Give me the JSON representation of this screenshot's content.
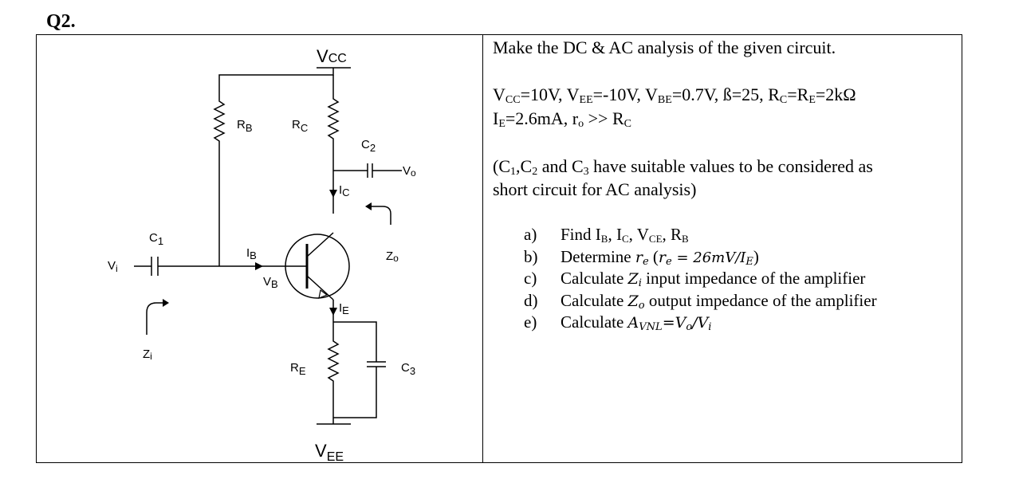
{
  "question": {
    "label": "Q2."
  },
  "text": {
    "line1": "Make the DC & AC analysis of the given circuit.",
    "params1": {
      "vcc_sym": "V",
      "vcc_sub": "CC",
      "vcc_val": "=10V, ",
      "vee_sym": "V",
      "vee_sub": "EE",
      "vee_val": "=-10V, ",
      "vbe_sym": "V",
      "vbe_sub": "BE",
      "vbe_val": "=0.7V, ß=25, ",
      "rc_sym": "R",
      "rc_sub": "C",
      "eq": "=",
      "re_sym": "R",
      "re_sub": "E",
      "re_val": "=2kΩ"
    },
    "params2": {
      "ie_sym": "I",
      "ie_sub": "E",
      "ie_val": "=2.6mA, r",
      "ro_sub": "o",
      "gt": " >> R",
      "rc_sub": "C"
    },
    "note1": {
      "c1": "(C",
      "c1_sub": "1",
      "c2": ",C",
      "c2_sub": "2",
      "and": " and C",
      "c3_sub": "3",
      "tail": " have suitable values to be considered as"
    },
    "note2": "short circuit for AC analysis)"
  },
  "parts": [
    {
      "letter": "a)",
      "text": "Find I",
      "s1": "B",
      "t2": ", I",
      "s2": "C",
      "t3": ", V",
      "s3": "CE",
      "t4": ", R",
      "s4": "B"
    },
    {
      "letter": "b)",
      "text": "Determine ",
      "math1": "r",
      "msub1": "e",
      "paren_open": " (",
      "math2": "r",
      "msub2": "e",
      "eq": " = 26mV/I",
      "msub3": "E",
      "paren_close": ")"
    },
    {
      "letter": "c)",
      "text": "Calculate ",
      "math": "Z",
      "msub": "i",
      "rest": " input impedance of the amplifier"
    },
    {
      "letter": "d)",
      "text": "Calculate ",
      "math": "Z",
      "msub": "o",
      "rest": " output impedance of the amplifier"
    },
    {
      "letter": "e)",
      "text": "Calculate ",
      "math": "A",
      "msub": "VNL",
      "rest": "=V",
      "msub2": "o",
      "rest2": "/V",
      "msub3": "i"
    }
  ],
  "circuit_labels": {
    "vcc": "V",
    "vcc_sub": "CC",
    "vee": "V",
    "vee_sub": "EE",
    "rb": "R",
    "rb_sub": "B",
    "rc": "R",
    "rc_sub": "C",
    "re": "R",
    "re_sub": "E",
    "c1": "C",
    "c1_sub": "1",
    "c2": "C",
    "c2_sub": "2",
    "c3": "C",
    "c3_sub": "3",
    "vo": "V",
    "vo_sub": "o",
    "vi": "V",
    "vi_sub": "i",
    "ic": "I",
    "ic_sub": "C",
    "ib": "I",
    "ib_sub": "B",
    "ie": "I",
    "ie_sub": "E",
    "vb": "V",
    "vb_sub": "B",
    "zo": "Z",
    "zo_sub": "o",
    "zi": "Z",
    "zi_sub": "i"
  }
}
